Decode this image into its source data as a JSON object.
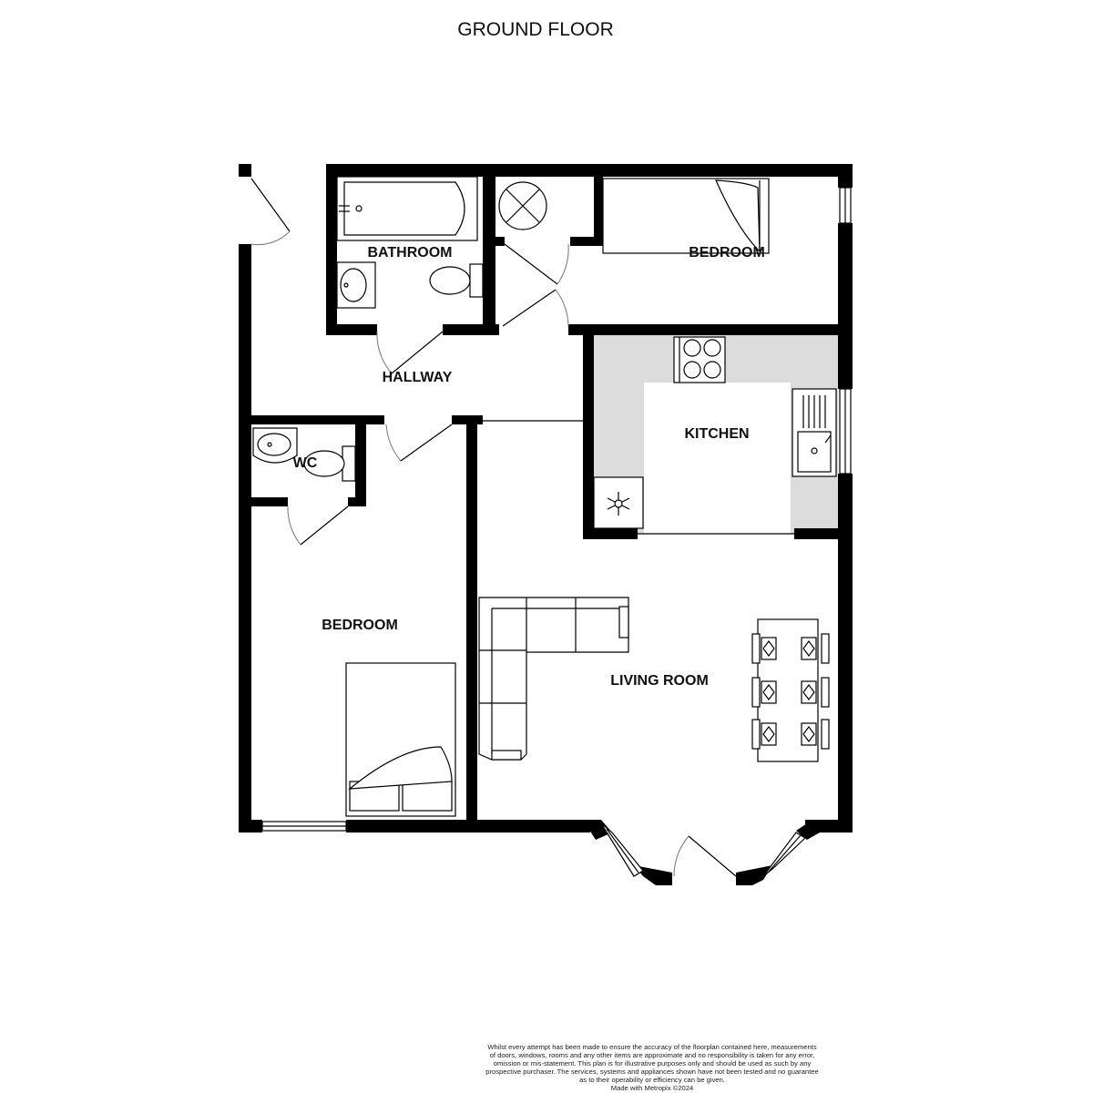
{
  "floor_title": "GROUND FLOOR",
  "rooms": {
    "bathroom": "BATHROOM",
    "bedroom_top": "BEDROOM",
    "hallway": "HALLWAY",
    "kitchen": "KITCHEN",
    "wc": "WC",
    "bedroom_left": "BEDROOM",
    "living_room": "LIVING ROOM"
  },
  "disclaimer": [
    "Whilst every attempt has been made to ensure the accuracy of the floorplan contained here, measurements",
    "of doors, windows, rooms and any other items are approximate and no responsibility is taken for any error,",
    "omission or mis-statement. This plan is for illustrative purposes only and should be used as such by any",
    "prospective purchaser. The services, systems and appliances shown have not been tested and no guarantee",
    "as to their operability or efficiency can be given.",
    "Made with Metropix ©2024"
  ],
  "colors": {
    "wall": "#000000",
    "counter": "#dcdcdc"
  }
}
